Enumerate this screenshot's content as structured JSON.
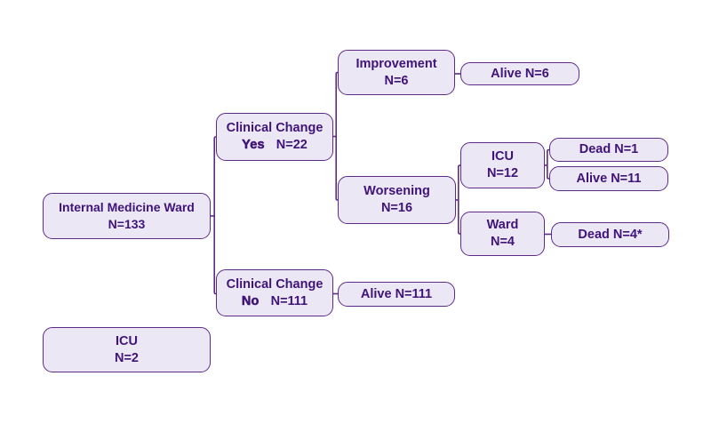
{
  "diagram": {
    "type": "flowchart",
    "colors": {
      "background": "#ffffff",
      "box_fill": "#ece7f4",
      "box_border": "#5b2b87",
      "text": "#3f1478",
      "connector": "#5b2b87"
    },
    "nodes": {
      "root": {
        "line1": "Internal Medicine Ward",
        "line2": "N=133"
      },
      "icu_2": {
        "line1": "ICU",
        "line2": "N=2"
      },
      "clinical_change_yes": {
        "line1": "Clinical Change",
        "bold_word": "Yes",
        "count": "N=22"
      },
      "clinical_change_no": {
        "line1": "Clinical Change",
        "bold_word": "No",
        "count": "N=111"
      },
      "improvement": {
        "line1": "Improvement",
        "line2": "N=6"
      },
      "worsening": {
        "line1": "Worsening",
        "line2": "N=16"
      },
      "alive_6": {
        "label": "Alive N=6"
      },
      "icu_12": {
        "line1": "ICU",
        "line2": "N=12"
      },
      "ward_4": {
        "line1": "Ward",
        "line2": "N=4"
      },
      "dead_1": {
        "label": "Dead N=1"
      },
      "alive_11": {
        "label": "Alive N=11"
      },
      "dead_4": {
        "label": "Dead N=4*"
      },
      "alive_111": {
        "label": "Alive N=111"
      }
    },
    "edges": [
      "root -> clinical_change_yes",
      "root -> clinical_change_no",
      "clinical_change_yes -> improvement",
      "clinical_change_yes -> worsening",
      "improvement -> alive_6",
      "worsening -> icu_12",
      "worsening -> ward_4",
      "icu_12 -> dead_1",
      "icu_12 -> alive_11",
      "ward_4 -> dead_4",
      "clinical_change_no -> alive_111"
    ]
  }
}
